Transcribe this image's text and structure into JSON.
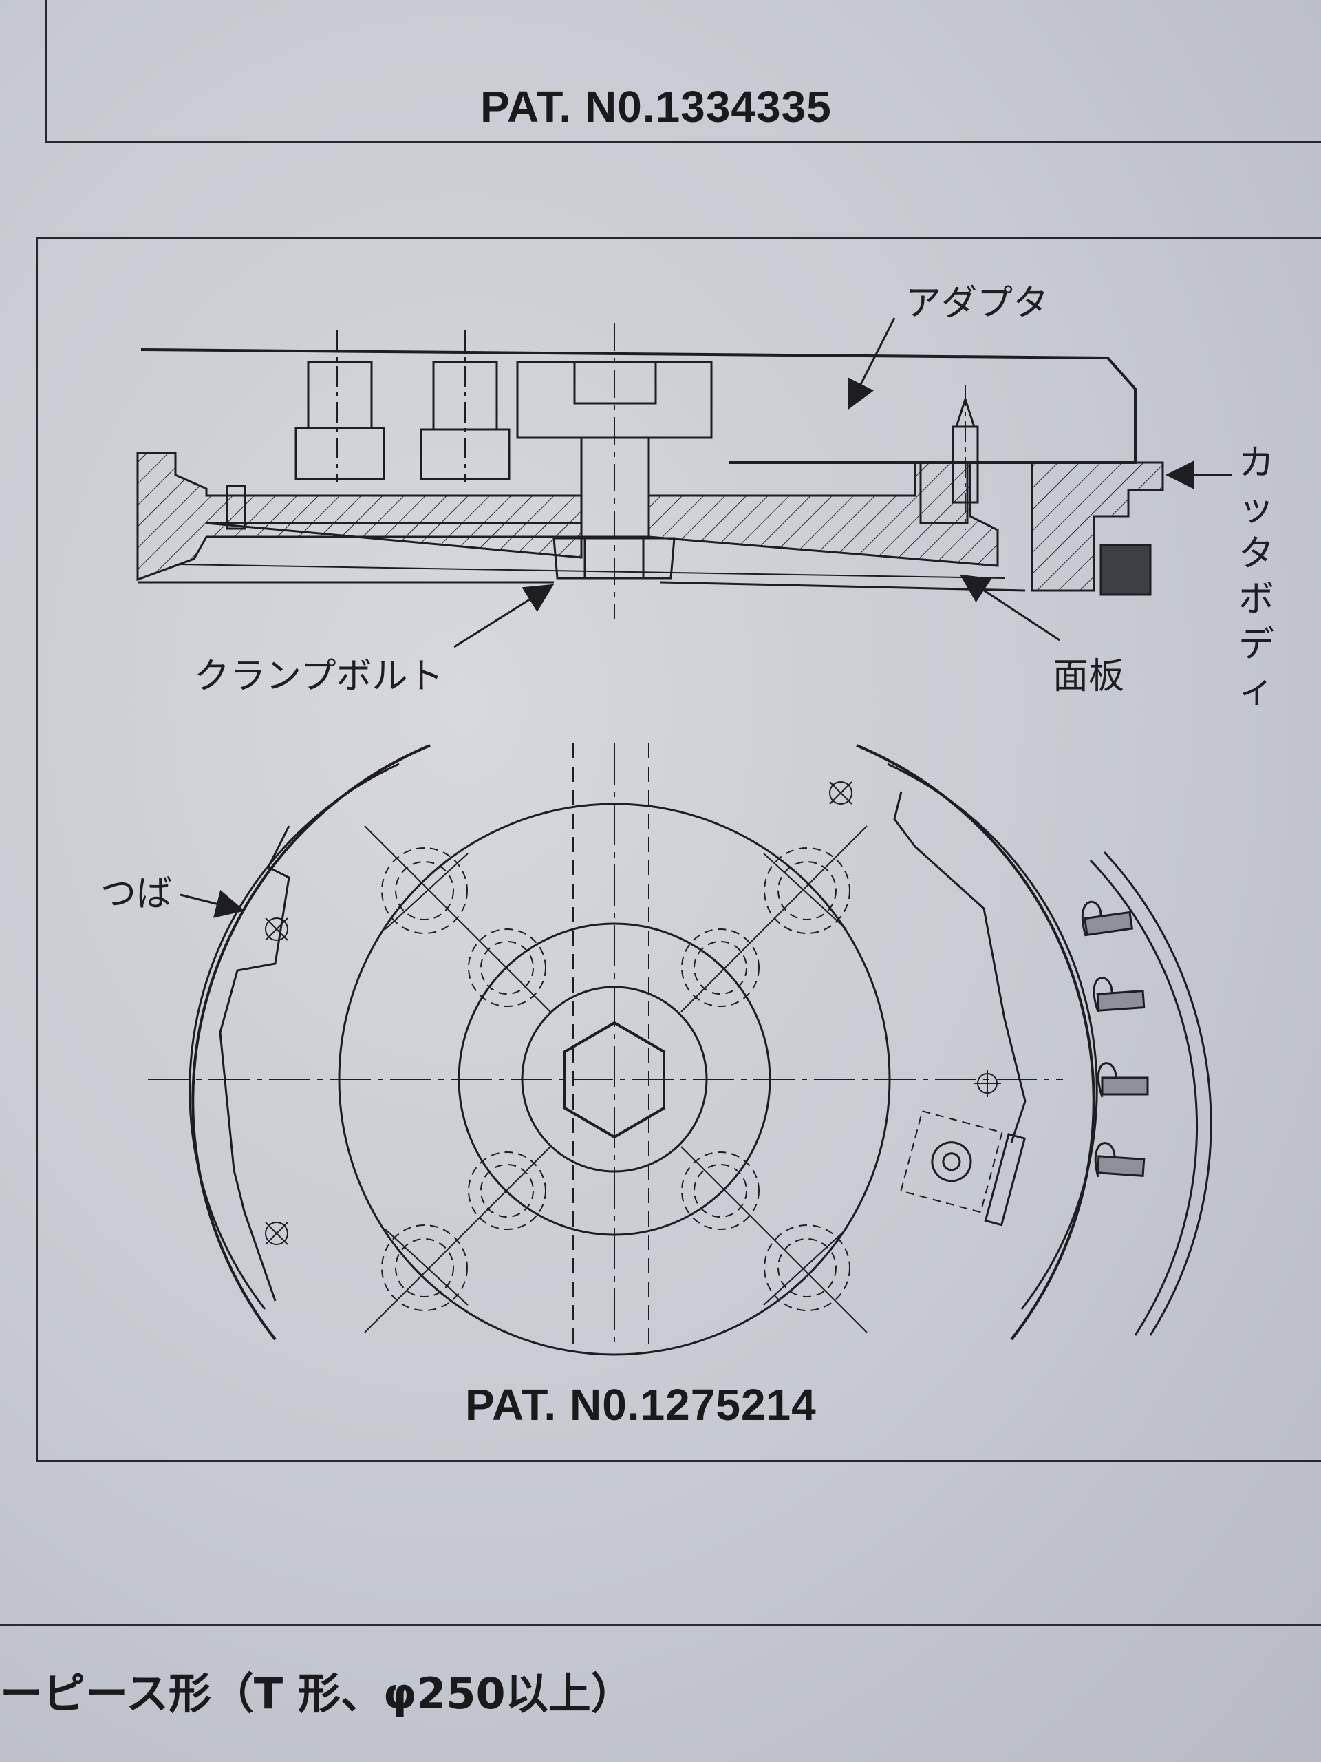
{
  "top_patent": "PAT. N0.1334335",
  "bottom_patent": "PAT. N0.1275214",
  "labels": {
    "adapter": "アダプタ",
    "clamp_bolt": "クランプボルト",
    "face_plate": "面板",
    "cutter_body": "カッタボディ",
    "flange": "つば"
  },
  "section_title": "ーピース形（T 形、φ250以上）"
}
